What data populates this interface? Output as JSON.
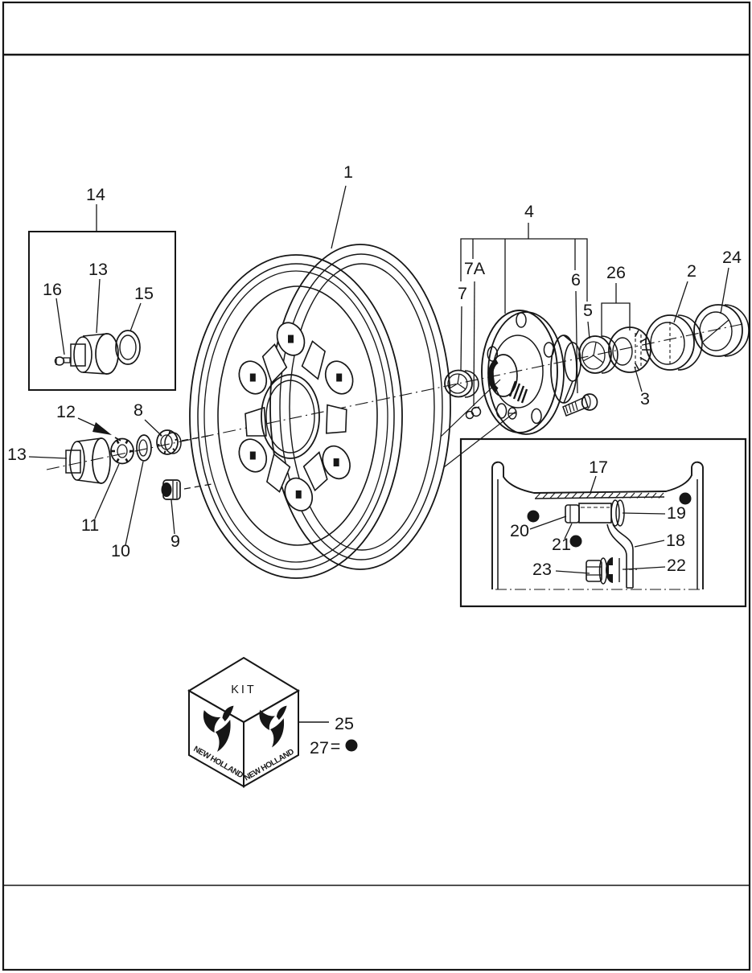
{
  "diagram": {
    "description": "Exploded parts diagram of wheel, hub, bearings and tire valve",
    "ink": "#161616",
    "paper": "#ffffff"
  },
  "callouts": {
    "c1": "1",
    "c2": "2",
    "c3": "3",
    "c4": "4",
    "c5": "5",
    "c6": "6",
    "c7": "7",
    "c7a": "7A",
    "c8": "8",
    "c9": "9",
    "c10": "10",
    "c11": "11",
    "c12": "12",
    "c13": "13",
    "c13b": "13",
    "c14": "14",
    "c15": "15",
    "c16": "16",
    "c17": "17",
    "c18": "18",
    "c19": "19",
    "c20": "20",
    "c21": "21",
    "c22": "22",
    "c23": "23",
    "c24": "24",
    "c25": "25",
    "c26": "26",
    "c27": "27",
    "eq": "="
  },
  "kit_box": {
    "top_label": "KIT",
    "brand_left": "NEW HOLLAND",
    "brand_right": "NEW HOLLAND"
  }
}
